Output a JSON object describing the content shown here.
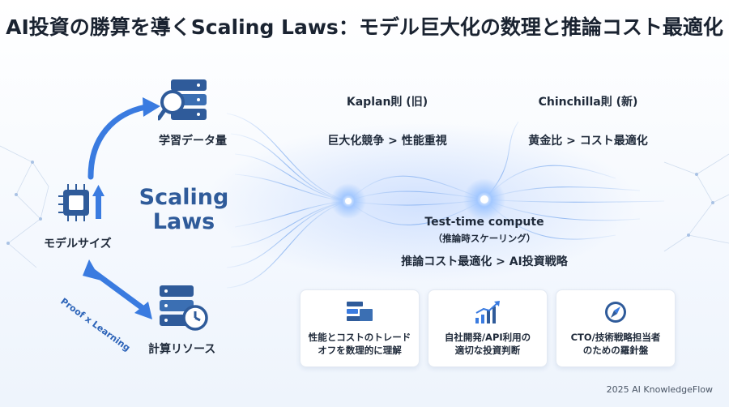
{
  "title": "AI投資の勝算を導くScaling Laws：モデル巨大化の数理と推論コスト最適化",
  "left_cycle": {
    "center_label_line1": "Scaling",
    "center_label_line2": "Laws",
    "data_label": "学習データ量",
    "model_label": "モデルサイズ",
    "compute_label": "計算リソース",
    "arrow_label": "Proof x Learning",
    "icons": [
      "database-search-icon",
      "chip-growth-icon",
      "server-clock-icon"
    ]
  },
  "laws": {
    "kaplan_title": "Kaplan則 (旧)",
    "kaplan_desc": "巨大化競争 > 性能重視",
    "chinchilla_title": "Chinchilla則 (新)",
    "chinchilla_desc": "黄金比 > コスト最適化",
    "testtime_title": "Test-time compute",
    "testtime_sub": "（推論時スケーリング）",
    "testtime_desc": "推論コスト最適化 > AI投資戦略"
  },
  "cards": [
    {
      "icon": "tradeoff-blocks-icon",
      "line1": "性能とコストのトレード",
      "line2": "オフを数理的に理解"
    },
    {
      "icon": "growth-chart-icon",
      "line1": "自社開発/API利用の",
      "line2": "適切な投資判断"
    },
    {
      "icon": "compass-icon",
      "line1": "CTO/技術戦略担当者",
      "line2": "のための羅針盤"
    }
  ],
  "footer": "2025 AI KnowledgeFlow",
  "colors": {
    "accent": "#2f6fd6",
    "dark_blue": "#2f5b9a",
    "title": "#1a2331"
  }
}
